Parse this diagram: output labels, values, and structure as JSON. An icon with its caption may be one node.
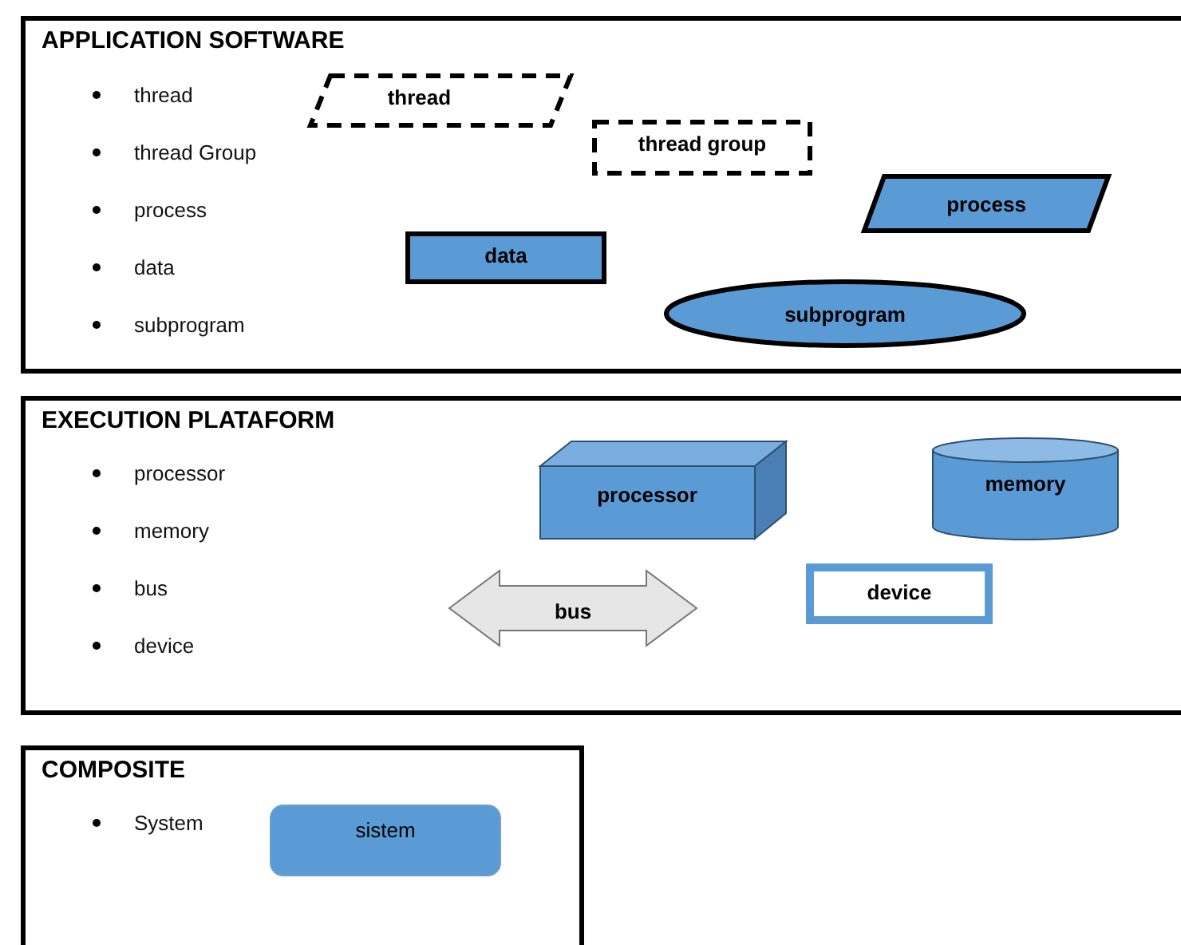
{
  "diagram": {
    "nodes": [
      {
        "text": [
          "APPLICATION SOFTWARE",
          "thread",
          "thread Group",
          "process",
          "data",
          "subprogram"
        ]
      },
      {
        "text": [
          "thread"
        ],
        "in": 0
      },
      {
        "text": [
          "thread group"
        ],
        "in": 0
      },
      {
        "text": [
          "process"
        ],
        "in": 0
      },
      {
        "text": [
          "data"
        ],
        "in": 0
      },
      {
        "text": [
          "subprogram"
        ],
        "in": 0
      },
      {
        "text": [
          "EXECUTION PLATAFORM",
          "processor",
          "memory",
          "bus",
          "device"
        ]
      },
      {
        "text": [
          "processor"
        ],
        "in": 6
      },
      {
        "text": [
          "memory"
        ],
        "in": 6
      },
      {
        "text": [
          "bus"
        ],
        "in": 6
      },
      {
        "text": [
          "device"
        ],
        "in": 6
      },
      {
        "text": [
          "COMPOSITE",
          "System"
        ]
      },
      {
        "text": [
          "sistem"
        ],
        "in": 11
      }
    ]
  }
}
